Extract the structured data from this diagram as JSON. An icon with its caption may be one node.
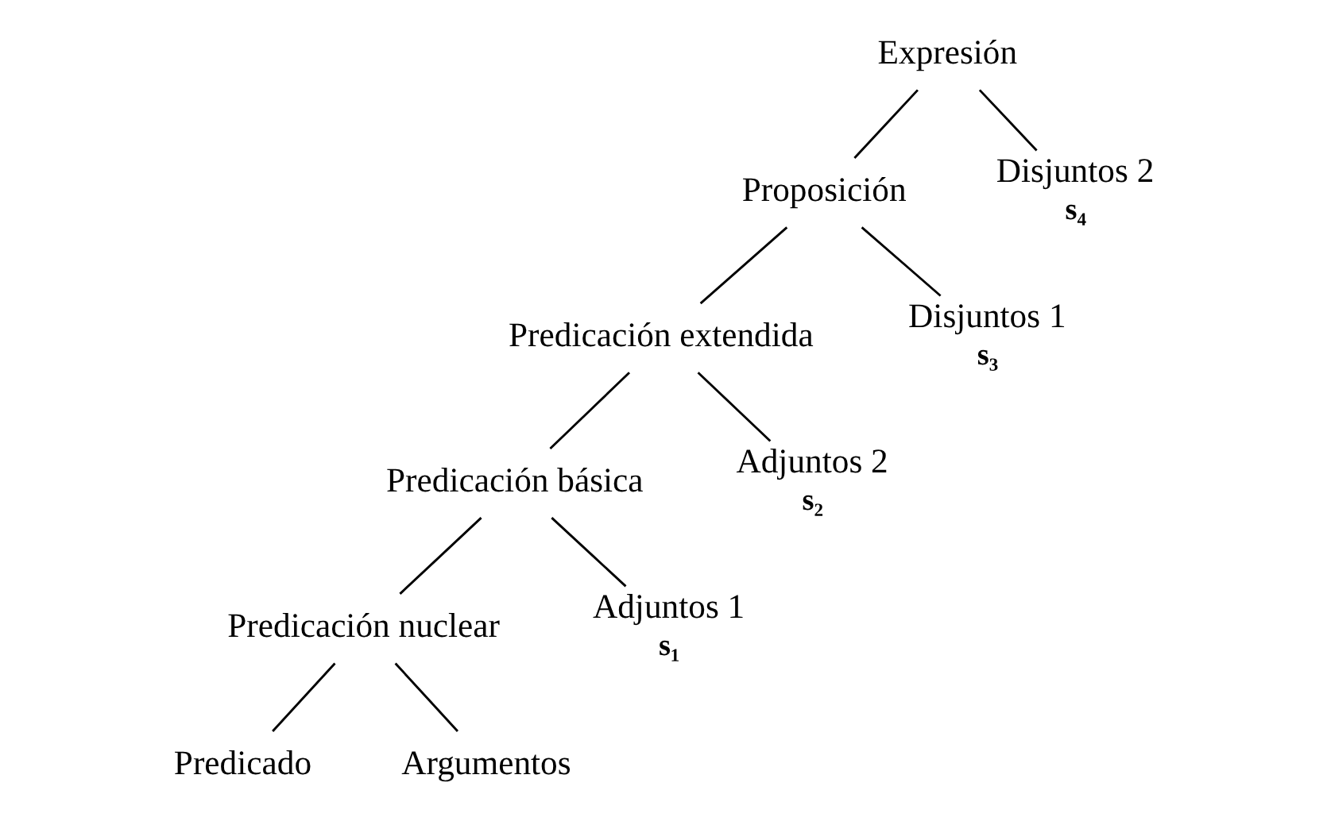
{
  "diagram": {
    "nodes": [
      {
        "text": [
          "Expresión"
        ]
      },
      {
        "text": [
          "Proposición"
        ]
      },
      {
        "text": [
          "Disjuntos 2"
        ],
        "beside": [
          "s₄"
        ]
      },
      {
        "text": [
          "Predicación extendida"
        ]
      },
      {
        "text": [
          "Disjuntos 1"
        ],
        "beside": [
          "s₃"
        ]
      },
      {
        "text": [
          "Predicación básica"
        ]
      },
      {
        "text": [
          "Adjuntos 2"
        ],
        "beside": [
          "s₂"
        ]
      },
      {
        "text": [
          "Predicación nuclear"
        ]
      },
      {
        "text": [
          "Adjuntos 1"
        ],
        "beside": [
          "s₁"
        ]
      },
      {
        "text": [
          "Predicado"
        ]
      },
      {
        "text": [
          "Argumentos"
        ]
      }
    ],
    "edges": [
      {
        "from": 0,
        "to": 1,
        "arrow": "none"
      },
      {
        "from": 0,
        "to": 2,
        "arrow": "none"
      },
      {
        "from": 1,
        "to": 3,
        "arrow": "none"
      },
      {
        "from": 1,
        "to": 4,
        "arrow": "none"
      },
      {
        "from": 3,
        "to": 5,
        "arrow": "none"
      },
      {
        "from": 3,
        "to": 6,
        "arrow": "none"
      },
      {
        "from": 5,
        "to": 7,
        "arrow": "none"
      },
      {
        "from": 5,
        "to": 8,
        "arrow": "none"
      },
      {
        "from": 7,
        "to": 9,
        "arrow": "none"
      },
      {
        "from": 7,
        "to": 10,
        "arrow": "none"
      }
    ]
  }
}
